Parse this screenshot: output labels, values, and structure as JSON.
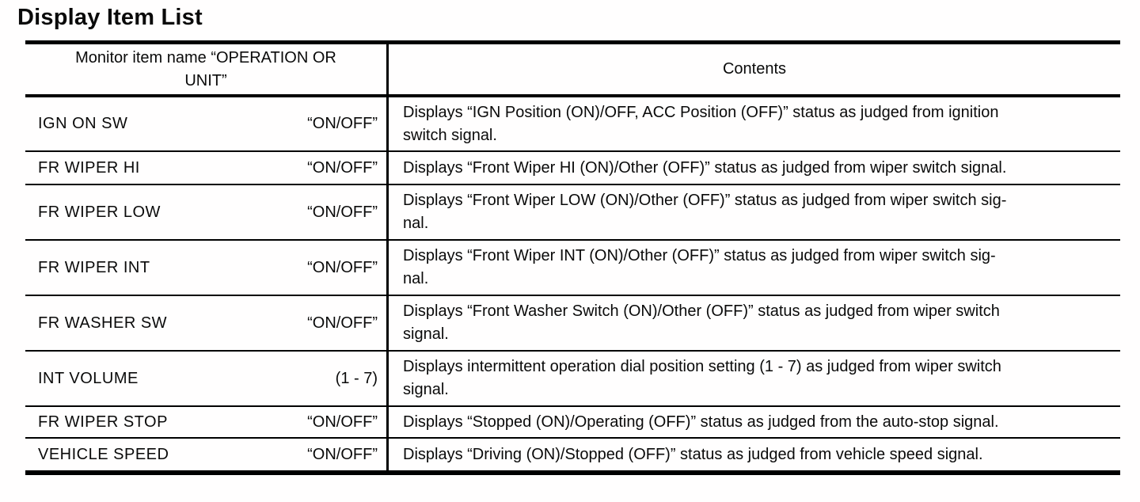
{
  "page": {
    "title": "Display Item List"
  },
  "table": {
    "header": {
      "col1_line1": "Monitor item name “OPERATION OR",
      "col1_line2": "UNIT”",
      "col2": "Contents"
    },
    "rows": [
      {
        "item": "IGN ON SW",
        "unit": "“ON/OFF”",
        "lines": [
          "Displays “IGN Position (ON)/OFF, ACC Position (OFF)” status as judged from ignition",
          "switch signal."
        ]
      },
      {
        "item": "FR WIPER HI",
        "unit": "“ON/OFF”",
        "lines": [
          "Displays “Front Wiper HI (ON)/Other (OFF)” status as judged from wiper switch signal."
        ]
      },
      {
        "item": "FR WIPER LOW",
        "unit": "“ON/OFF”",
        "lines": [
          "Displays “Front Wiper LOW (ON)/Other (OFF)” status as judged from wiper switch sig-",
          "nal."
        ]
      },
      {
        "item": "FR WIPER INT",
        "unit": "“ON/OFF”",
        "lines": [
          "Displays “Front Wiper INT (ON)/Other (OFF)” status as judged from wiper switch sig-",
          "nal."
        ]
      },
      {
        "item": "FR WASHER SW",
        "unit": "“ON/OFF”",
        "lines": [
          "Displays “Front Washer Switch (ON)/Other (OFF)” status as judged from wiper switch",
          "signal."
        ]
      },
      {
        "item": "INT VOLUME",
        "unit": "(1 - 7)",
        "lines": [
          "Displays intermittent operation dial position setting (1 - 7) as judged from wiper switch",
          "signal."
        ]
      },
      {
        "item": "FR WIPER STOP",
        "unit": "“ON/OFF”",
        "lines": [
          "Displays “Stopped (ON)/Operating (OFF)” status as judged from the auto-stop signal."
        ]
      },
      {
        "item": "VEHICLE SPEED",
        "unit": "“ON/OFF”",
        "lines": [
          "Displays “Driving (ON)/Stopped (OFF)” status as judged from vehicle speed signal."
        ]
      }
    ]
  }
}
